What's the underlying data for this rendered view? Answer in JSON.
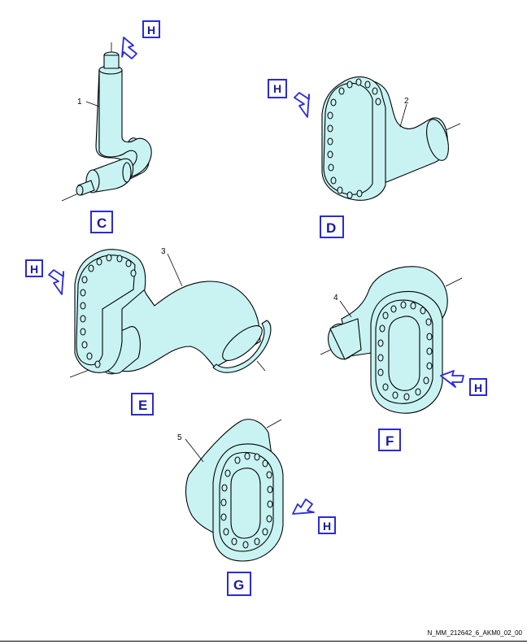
{
  "views": {
    "c": {
      "label": "C",
      "h": "H",
      "part": "1"
    },
    "d": {
      "label": "D",
      "h": "H",
      "part": "2"
    },
    "e": {
      "label": "E",
      "h": "H",
      "part": "3"
    },
    "f": {
      "label": "F",
      "h": "H",
      "part": "4"
    },
    "g": {
      "label": "G",
      "h": "H",
      "part": "5"
    }
  },
  "footer": {
    "code": "N_MM_212642_6_AKM0_02_00"
  }
}
